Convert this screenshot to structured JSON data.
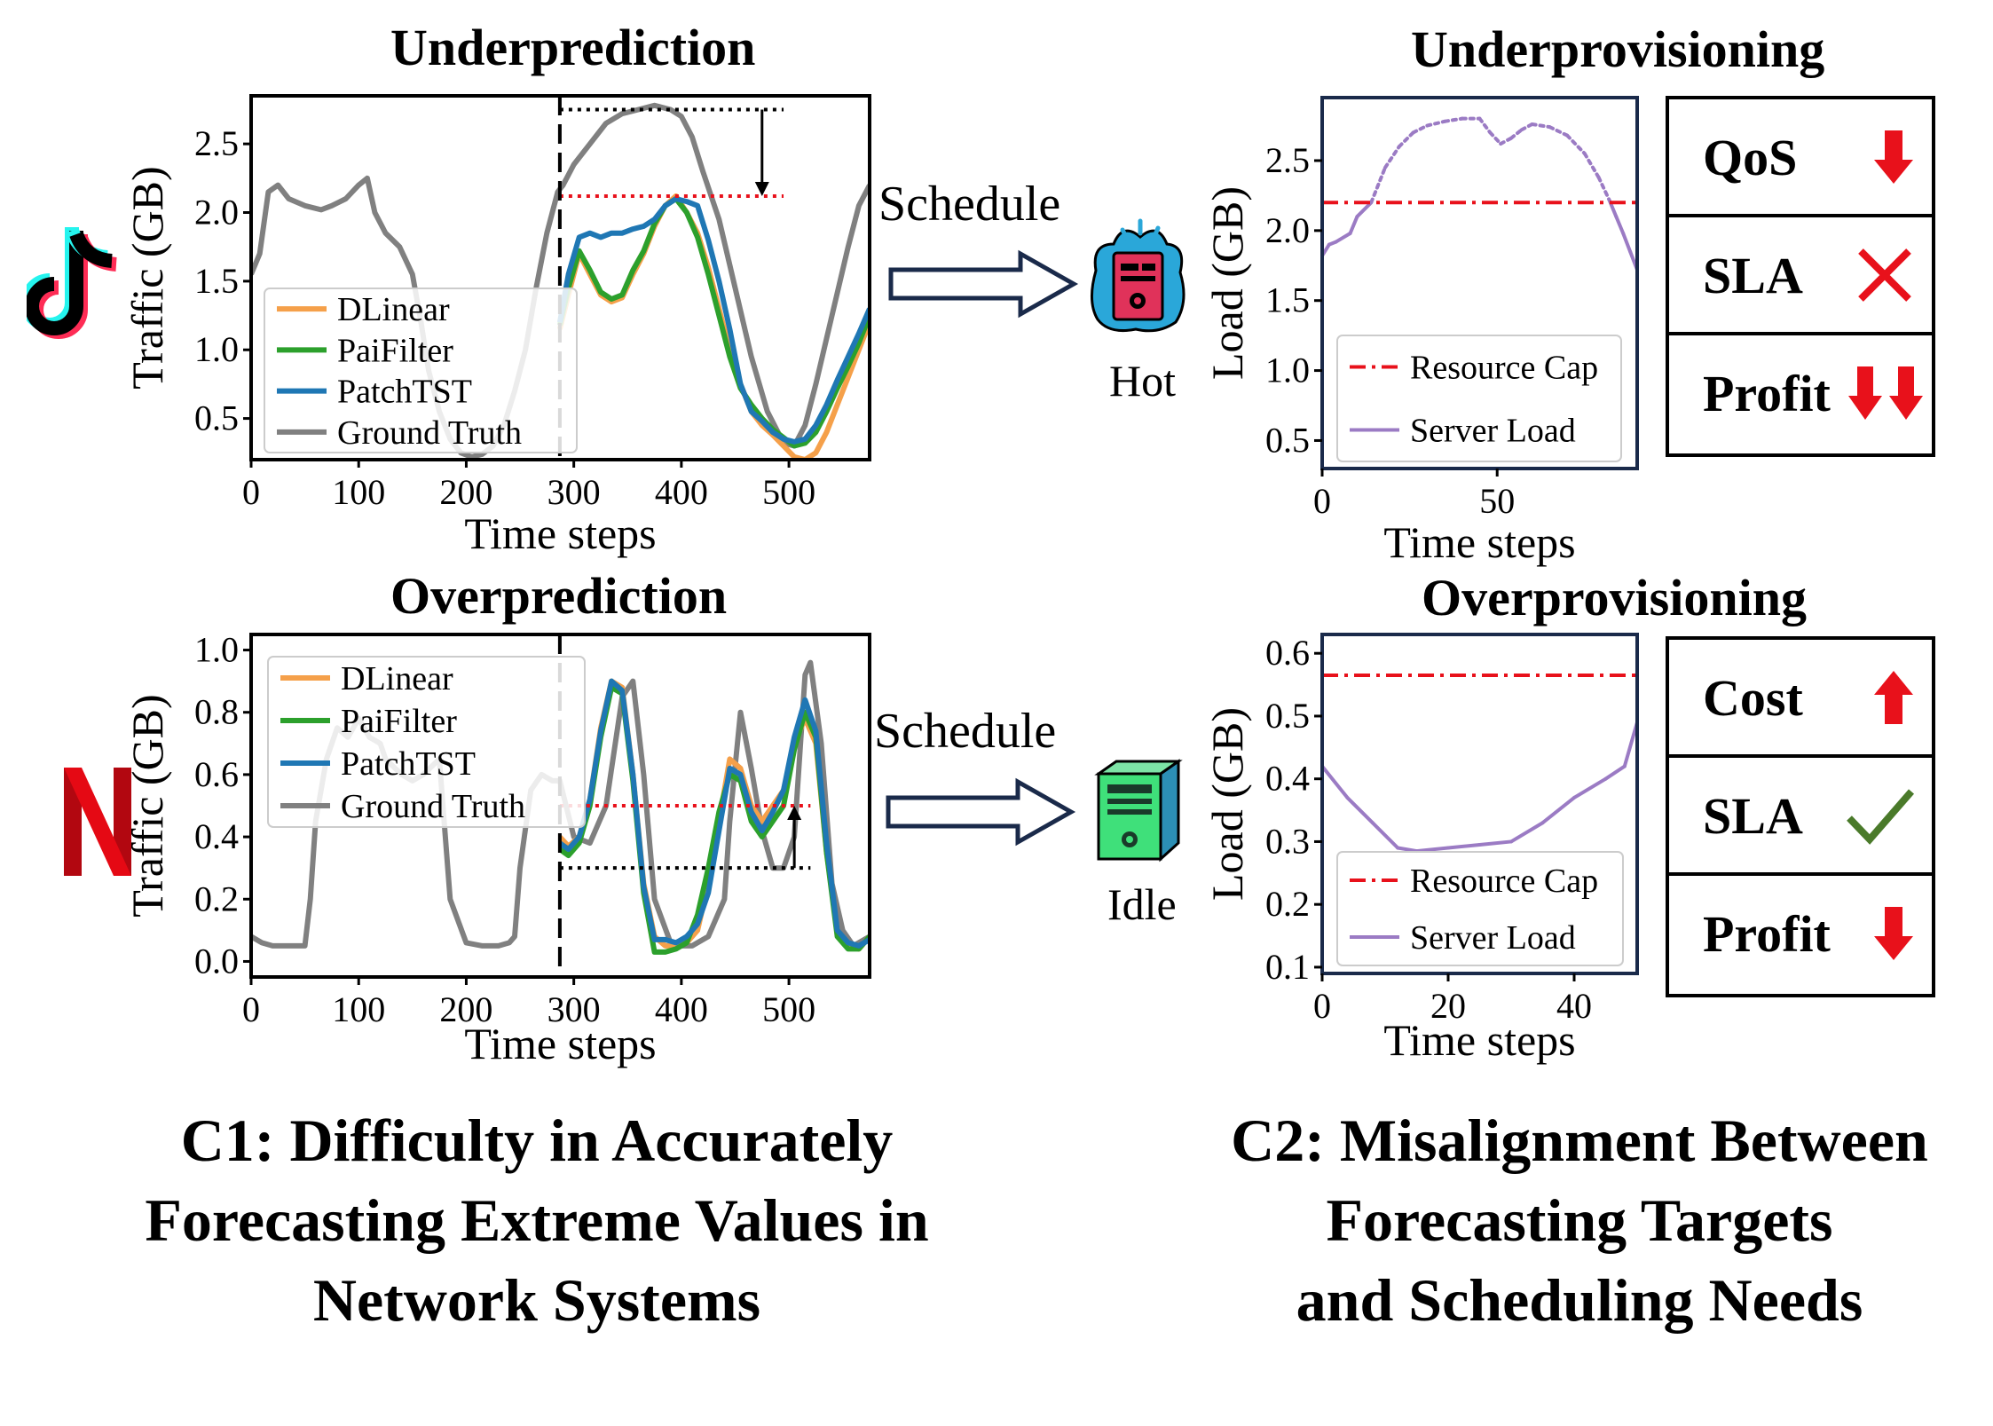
{
  "titles": {
    "underprediction": "Underprediction",
    "overprediction": "Overprediction",
    "underprovisioning": "Underprovisioning",
    "overprovisioning": "Overprovisioning"
  },
  "schedule_label": "Schedule",
  "hot_label": "Hot",
  "idle_label": "Idle",
  "c1_caption": [
    "C1: Difficulty in Accurately",
    "Forecasting Extreme Values in",
    "Network Systems"
  ],
  "c2_caption": [
    "C2:  Misalignment Between",
    "Forecasting Targets",
    "and Scheduling Needs"
  ],
  "status_under": [
    {
      "label": "QoS",
      "icon": "down-arrow-icon",
      "color": "#e8111b"
    },
    {
      "label": "SLA",
      "icon": "cross-icon",
      "color": "#e8111b"
    },
    {
      "label": "Profit",
      "icon": "double-down-arrow-icon",
      "color": "#e8111b"
    }
  ],
  "status_over": [
    {
      "label": "Cost",
      "icon": "up-arrow-icon",
      "color": "#e8111b"
    },
    {
      "label": "SLA",
      "icon": "check-icon",
      "color": "#4a7a2a"
    },
    {
      "label": "Profit",
      "icon": "down-arrow-icon",
      "color": "#e8111b"
    }
  ],
  "colors": {
    "dlinear": "#f5a04a",
    "paifilter": "#2ca02c",
    "patchtst": "#1f77b4",
    "truth": "#808080",
    "cap": "#e8111b",
    "load": "#9b7bc4",
    "frame_right": "#1a2a4a"
  },
  "chart_data": [
    {
      "id": "underprediction",
      "type": "line",
      "xlabel": "Time steps",
      "ylabel": "Traffic (GB)",
      "xlim": [
        0,
        575
      ],
      "ylim": [
        0.2,
        2.85
      ],
      "xticks": [
        0,
        100,
        200,
        300,
        400,
        500
      ],
      "yticks": [
        0.5,
        1.0,
        1.5,
        2.0,
        2.5
      ],
      "yticklabels": [
        "0.5",
        "1.0",
        "1.5",
        "2.0",
        "2.5"
      ],
      "vline": 287,
      "ref_lines": [
        {
          "y": 2.75,
          "x0": 287,
          "x1": 495,
          "style": "black-dotted"
        },
        {
          "y": 2.12,
          "x0": 287,
          "x1": 495,
          "style": "red-dotted"
        }
      ],
      "arrow": {
        "x": 475,
        "y_from": 2.75,
        "y_to": 2.12
      },
      "legend": [
        "DLinear",
        "PaiFilter",
        "PatchTST",
        "Ground Truth"
      ],
      "series": [
        {
          "name": "Ground Truth",
          "key": "truth",
          "x": [
            0,
            8,
            16,
            25,
            35,
            50,
            65,
            75,
            88,
            100,
            108,
            115,
            125,
            138,
            150,
            158,
            165,
            175,
            185,
            195,
            205,
            215,
            225,
            235,
            245,
            255,
            265,
            275,
            285,
            290,
            300,
            315,
            330,
            345,
            360,
            375,
            390,
            400,
            410,
            420,
            435,
            450,
            465,
            480,
            495,
            505,
            515,
            525,
            540,
            555,
            565,
            575
          ],
          "y": [
            1.55,
            1.7,
            2.15,
            2.2,
            2.1,
            2.05,
            2.02,
            2.05,
            2.1,
            2.2,
            2.25,
            2.0,
            1.85,
            1.75,
            1.55,
            1.2,
            0.85,
            0.55,
            0.35,
            0.25,
            0.22,
            0.24,
            0.3,
            0.45,
            0.7,
            1.0,
            1.45,
            1.85,
            2.15,
            2.2,
            2.35,
            2.5,
            2.65,
            2.72,
            2.75,
            2.78,
            2.75,
            2.7,
            2.55,
            2.3,
            1.95,
            1.45,
            0.95,
            0.55,
            0.32,
            0.3,
            0.45,
            0.75,
            1.25,
            1.75,
            2.05,
            2.2
          ]
        },
        {
          "name": "DLinear",
          "key": "dlinear",
          "x": [
            287,
            295,
            305,
            315,
            325,
            335,
            345,
            355,
            365,
            375,
            385,
            395,
            405,
            415,
            425,
            435,
            445,
            455,
            465,
            475,
            485,
            495,
            505,
            515,
            525,
            535,
            545,
            555,
            565,
            575
          ],
          "y": [
            1.15,
            1.4,
            1.7,
            1.55,
            1.4,
            1.35,
            1.38,
            1.55,
            1.7,
            1.9,
            2.05,
            2.12,
            2.0,
            1.85,
            1.6,
            1.3,
            1.0,
            0.75,
            0.55,
            0.45,
            0.38,
            0.3,
            0.22,
            0.2,
            0.25,
            0.4,
            0.6,
            0.8,
            1.0,
            1.2
          ]
        },
        {
          "name": "PaiFilter",
          "key": "paifilter",
          "x": [
            287,
            295,
            305,
            315,
            325,
            335,
            345,
            355,
            365,
            375,
            385,
            395,
            405,
            415,
            425,
            435,
            445,
            455,
            465,
            475,
            485,
            495,
            505,
            515,
            525,
            535,
            545,
            555,
            565,
            575
          ],
          "y": [
            1.18,
            1.45,
            1.72,
            1.58,
            1.42,
            1.37,
            1.4,
            1.58,
            1.72,
            1.92,
            2.05,
            2.1,
            2.0,
            1.82,
            1.55,
            1.25,
            0.95,
            0.72,
            0.6,
            0.5,
            0.42,
            0.36,
            0.3,
            0.32,
            0.4,
            0.55,
            0.72,
            0.88,
            1.05,
            1.25
          ]
        },
        {
          "name": "PatchTST",
          "key": "patchtst",
          "x": [
            287,
            295,
            305,
            315,
            325,
            335,
            345,
            355,
            365,
            375,
            385,
            395,
            405,
            415,
            425,
            435,
            445,
            455,
            465,
            475,
            485,
            495,
            505,
            515,
            525,
            535,
            545,
            555,
            565,
            575
          ],
          "y": [
            1.2,
            1.55,
            1.82,
            1.85,
            1.82,
            1.85,
            1.85,
            1.88,
            1.9,
            1.95,
            2.05,
            2.1,
            2.08,
            2.05,
            1.8,
            1.5,
            1.15,
            0.75,
            0.55,
            0.48,
            0.4,
            0.35,
            0.33,
            0.35,
            0.45,
            0.6,
            0.78,
            0.95,
            1.12,
            1.3
          ]
        }
      ]
    },
    {
      "id": "overprediction",
      "type": "line",
      "xlabel": "Time steps",
      "ylabel": "Traffic (GB)",
      "xlim": [
        0,
        575
      ],
      "ylim": [
        -0.05,
        1.05
      ],
      "xticks": [
        0,
        100,
        200,
        300,
        400,
        500
      ],
      "yticks": [
        0.0,
        0.2,
        0.4,
        0.6,
        0.8,
        1.0
      ],
      "yticklabels": [
        "0.0",
        "0.2",
        "0.4",
        "0.6",
        "0.8",
        "1.0"
      ],
      "vline": 287,
      "ref_lines": [
        {
          "y": 0.3,
          "x0": 287,
          "x1": 520,
          "style": "black-dotted"
        },
        {
          "y": 0.5,
          "x0": 287,
          "x1": 520,
          "style": "red-dotted"
        }
      ],
      "arrow": {
        "x": 505,
        "y_from": 0.3,
        "y_to": 0.5
      },
      "legend": [
        "DLinear",
        "PaiFilter",
        "PatchTST",
        "Ground Truth"
      ],
      "series": [
        {
          "name": "Ground Truth",
          "key": "truth",
          "x": [
            0,
            10,
            20,
            35,
            50,
            55,
            60,
            70,
            80,
            90,
            100,
            110,
            120,
            125,
            140,
            150,
            160,
            175,
            185,
            200,
            215,
            230,
            240,
            245,
            250,
            260,
            270,
            280,
            287,
            300,
            315,
            330,
            345,
            355,
            365,
            375,
            390,
            400,
            410,
            425,
            440,
            445,
            455,
            465,
            475,
            485,
            495,
            505,
            515,
            520,
            530,
            540,
            550,
            560,
            575
          ],
          "y": [
            0.08,
            0.06,
            0.05,
            0.05,
            0.05,
            0.2,
            0.45,
            0.65,
            0.75,
            0.72,
            0.78,
            0.72,
            0.7,
            0.65,
            0.6,
            0.58,
            0.6,
            0.65,
            0.2,
            0.06,
            0.05,
            0.05,
            0.06,
            0.08,
            0.3,
            0.55,
            0.6,
            0.58,
            0.58,
            0.4,
            0.38,
            0.5,
            0.85,
            0.9,
            0.6,
            0.2,
            0.06,
            0.05,
            0.05,
            0.08,
            0.2,
            0.45,
            0.8,
            0.62,
            0.42,
            0.3,
            0.3,
            0.4,
            0.92,
            0.96,
            0.7,
            0.25,
            0.1,
            0.05,
            0.08
          ]
        },
        {
          "name": "DLinear",
          "key": "dlinear",
          "x": [
            287,
            295,
            305,
            315,
            325,
            335,
            345,
            355,
            365,
            375,
            385,
            395,
            405,
            415,
            425,
            435,
            445,
            455,
            465,
            475,
            485,
            495,
            505,
            515,
            525,
            535,
            545,
            555,
            565,
            575
          ],
          "y": [
            0.4,
            0.37,
            0.4,
            0.52,
            0.75,
            0.9,
            0.88,
            0.6,
            0.25,
            0.08,
            0.05,
            0.05,
            0.06,
            0.1,
            0.25,
            0.45,
            0.65,
            0.62,
            0.5,
            0.45,
            0.5,
            0.55,
            0.7,
            0.78,
            0.7,
            0.35,
            0.1,
            0.05,
            0.04,
            0.08
          ]
        },
        {
          "name": "PaiFilter",
          "key": "paifilter",
          "x": [
            287,
            295,
            305,
            315,
            325,
            335,
            345,
            355,
            365,
            375,
            385,
            395,
            405,
            415,
            425,
            435,
            445,
            455,
            465,
            475,
            485,
            495,
            505,
            515,
            525,
            535,
            545,
            555,
            565,
            575
          ],
          "y": [
            0.36,
            0.34,
            0.38,
            0.5,
            0.72,
            0.88,
            0.86,
            0.58,
            0.22,
            0.03,
            0.03,
            0.04,
            0.06,
            0.15,
            0.3,
            0.48,
            0.6,
            0.58,
            0.45,
            0.4,
            0.45,
            0.5,
            0.68,
            0.8,
            0.72,
            0.35,
            0.08,
            0.04,
            0.04,
            0.08
          ]
        },
        {
          "name": "PatchTST",
          "key": "patchtst",
          "x": [
            287,
            295,
            305,
            315,
            325,
            335,
            345,
            355,
            365,
            375,
            385,
            395,
            405,
            415,
            425,
            435,
            445,
            455,
            465,
            475,
            485,
            495,
            505,
            515,
            525,
            535,
            545,
            555,
            565,
            575
          ],
          "y": [
            0.38,
            0.36,
            0.4,
            0.52,
            0.74,
            0.9,
            0.87,
            0.6,
            0.24,
            0.07,
            0.07,
            0.06,
            0.08,
            0.12,
            0.22,
            0.42,
            0.62,
            0.6,
            0.48,
            0.42,
            0.48,
            0.55,
            0.72,
            0.84,
            0.74,
            0.38,
            0.1,
            0.06,
            0.05,
            0.07
          ]
        }
      ]
    },
    {
      "id": "underprovisioning",
      "type": "line",
      "xlabel": "Time steps",
      "ylabel": "Load (GB)",
      "xlim": [
        0,
        90
      ],
      "ylim": [
        0.3,
        2.95
      ],
      "xticks": [
        0,
        50
      ],
      "yticks": [
        0.5,
        1.0,
        1.5,
        2.0,
        2.5
      ],
      "yticklabels": [
        "0.5",
        "1.0",
        "1.5",
        "2.0",
        "2.5"
      ],
      "legend": [
        "Resource Cap",
        "Server Load"
      ],
      "hline": {
        "y": 2.2,
        "name": "Resource Cap"
      },
      "series": [
        {
          "name": "Server Load",
          "key": "load",
          "x": [
            0,
            2,
            4,
            8,
            10,
            14,
            18,
            22,
            26,
            30,
            35,
            40,
            45,
            48,
            51,
            54,
            57,
            60,
            65,
            70,
            75,
            79,
            82,
            84,
            86,
            88,
            90
          ],
          "y": [
            1.82,
            1.9,
            1.92,
            1.98,
            2.1,
            2.2,
            2.45,
            2.6,
            2.7,
            2.75,
            2.78,
            2.8,
            2.8,
            2.7,
            2.62,
            2.66,
            2.72,
            2.76,
            2.74,
            2.68,
            2.55,
            2.38,
            2.22,
            2.1,
            1.98,
            1.85,
            1.72
          ]
        }
      ]
    },
    {
      "id": "overprovisioning",
      "type": "line",
      "xlabel": "Time steps",
      "ylabel": "Load (GB)",
      "xlim": [
        0,
        50
      ],
      "ylim": [
        0.09,
        0.63
      ],
      "xticks": [
        0,
        20,
        40
      ],
      "yticks": [
        0.1,
        0.2,
        0.3,
        0.4,
        0.5,
        0.6
      ],
      "yticklabels": [
        "0.1",
        "0.2",
        "0.3",
        "0.4",
        "0.5",
        "0.6"
      ],
      "legend": [
        "Resource Cap",
        "Server Load"
      ],
      "hline": {
        "y": 0.565,
        "name": "Resource Cap"
      },
      "series": [
        {
          "name": "Server Load",
          "key": "load",
          "x": [
            0,
            4,
            8,
            12,
            15,
            20,
            25,
            30,
            35,
            40,
            45,
            48,
            50
          ],
          "y": [
            0.42,
            0.37,
            0.33,
            0.29,
            0.285,
            0.29,
            0.295,
            0.3,
            0.33,
            0.37,
            0.4,
            0.42,
            0.49
          ]
        }
      ]
    }
  ]
}
